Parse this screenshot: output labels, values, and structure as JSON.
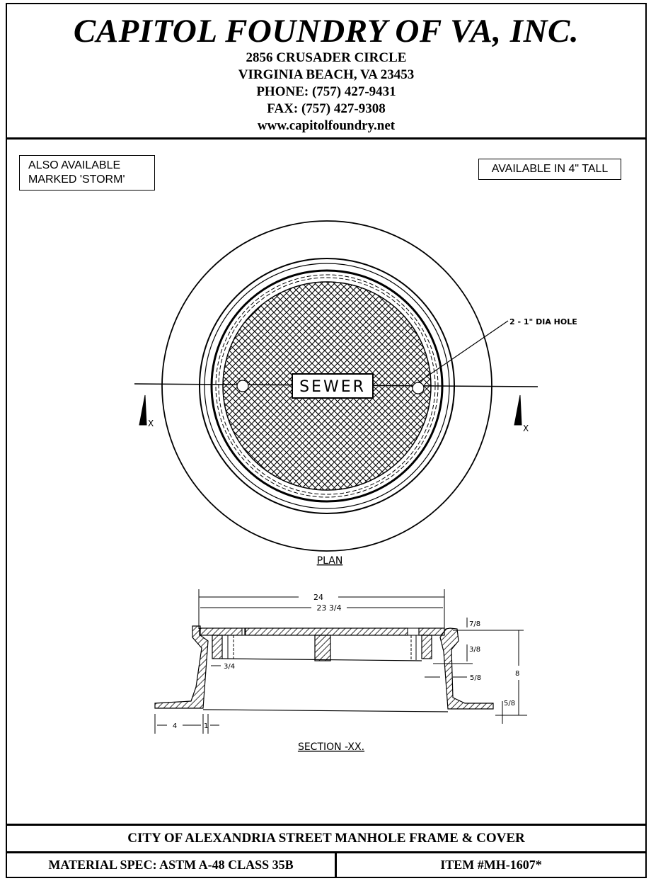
{
  "header": {
    "company": "CAPITOL FOUNDRY OF VA, INC.",
    "address_line1": "2856 CRUSADER CIRCLE",
    "address_line2": "VIRGINIA BEACH, VA 23453",
    "phone": "PHONE: (757) 427-9431",
    "fax": "FAX: (757) 427-9308",
    "website": "www.capitolfoundry.net"
  },
  "notes": {
    "storm_line1": "ALSO AVAILABLE",
    "storm_line2": "MARKED 'STORM'",
    "tall": "AVAILABLE IN 4\" TALL"
  },
  "plan": {
    "cover_text": "SEWER",
    "hole_callout": "2 - 1\" DIA HOLE",
    "section_marker": "X",
    "title": "PLAN"
  },
  "section": {
    "dim_outer": "24",
    "dim_inner": "23 3/4",
    "dim_lid": "7/8",
    "dim_skirt": "3/8",
    "dim_height": "8",
    "dim_wall": "5/8",
    "dim_flange": "5/8",
    "dim_gap": "3/4",
    "dim_flange_width": "4",
    "dim_wall_base": "1",
    "title": "SECTION -XX."
  },
  "footer": {
    "title": "CITY OF ALEXANDRIA STREET MANHOLE FRAME & COVER",
    "material": "MATERIAL SPEC:  ASTM A-48 CLASS 35B",
    "item": "ITEM #MH-1607*"
  }
}
